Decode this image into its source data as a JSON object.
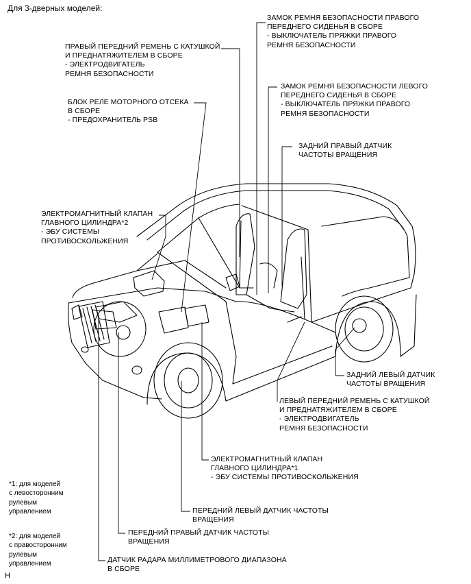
{
  "header": "Для 3-дверных моделей:",
  "callouts": {
    "right_front_buckle": [
      "ЗАМОК РЕМНЯ БЕЗОПАСНОСТИ ПРАВОГО",
      "ПЕРЕДНЕГО СИДЕНЬЯ В СБОРЕ",
      "- ВЫКЛЮЧАТЕЛЬ ПРЯЖКИ ПРАВОГО",
      "РЕМНЯ БЕЗОПАСНОСТИ"
    ],
    "right_front_retractor": [
      "ПРАВЫЙ ПЕРЕДНИЙ РЕМЕНЬ С КАТУШКОЙ",
      "И ПРЕДНАТЯЖИТЕЛЕМ В СБОРЕ",
      "- ЭЛЕКТРОДВИГАТЕЛЬ",
      "РЕМНЯ БЕЗОПАСНОСТИ"
    ],
    "left_front_buckle": [
      "ЗАМОК РЕМНЯ БЕЗОПАСНОСТИ ЛЕВОГО",
      "ПЕРЕДНЕГО СИДЕНЬЯ В СБОРЕ",
      "- ВЫКЛЮЧАТЕЛЬ ПРЯЖКИ ПРАВОГО",
      "РЕМНЯ БЕЗОПАСНОСТИ"
    ],
    "relay_block": [
      "БЛОК РЕЛЕ МОТОРНОГО ОТСЕКА",
      "В СБОРЕ",
      "- ПРЕДОХРАНИТЕЛЬ PSB"
    ],
    "rear_right_sensor": [
      "ЗАДНИЙ ПРАВЫЙ ДАТЧИК",
      "ЧАСТОТЫ ВРАЩЕНИЯ"
    ],
    "master_cyl_2": [
      "ЭЛЕКТРОМАГНИТНЫЙ КЛАПАН",
      "ГЛАВНОГО ЦИЛИНДРА*2",
      "- ЭБУ СИСТЕМЫ",
      "ПРОТИВОСКОЛЬЖЕНИЯ"
    ],
    "rear_left_sensor": [
      "ЗАДНИЙ ЛЕВЫЙ ДАТЧИК",
      "ЧАСТОТЫ ВРАЩЕНИЯ"
    ],
    "left_front_retractor": [
      "ЛЕВЫЙ ПЕРЕДНИЙ РЕМЕНЬ С КАТУШКОЙ",
      "И ПРЕДНАТЯЖИТЕЛЕМ В СБОРЕ",
      "- ЭЛЕКТРОДВИГАТЕЛЬ",
      "РЕМНЯ БЕЗОПАСНОСТИ"
    ],
    "master_cyl_1": [
      "ЭЛЕКТРОМАГНИТНЫЙ КЛАПАН",
      "ГЛАВНОГО ЦИЛИНДРА*1",
      "- ЭБУ СИСТЕМЫ ПРОТИВОСКОЛЬЖЕНИЯ"
    ],
    "front_left_sensor": [
      "ПЕРЕДНИЙ ЛЕВЫЙ ДАТЧИК ЧАСТОТЫ",
      "ВРАЩЕНИЯ"
    ],
    "front_right_sensor": [
      "ПЕРЕДНИЙ ПРАВЫЙ ДАТЧИК ЧАСТОТЫ",
      "ВРАЩЕНИЯ"
    ],
    "radar_sensor": [
      "ДАТЧИК РАДАРА МИЛЛИМЕТРОВОГО ДИАПАЗОНА",
      "В СБОРЕ"
    ]
  },
  "footnotes": {
    "note1": [
      "*1: для моделей",
      "с левосторонним",
      "рулевым",
      "управлением"
    ],
    "note2": [
      "*2: для моделей",
      "с правосторонним",
      "рулевым",
      "управлением"
    ]
  },
  "figure_code": "H"
}
